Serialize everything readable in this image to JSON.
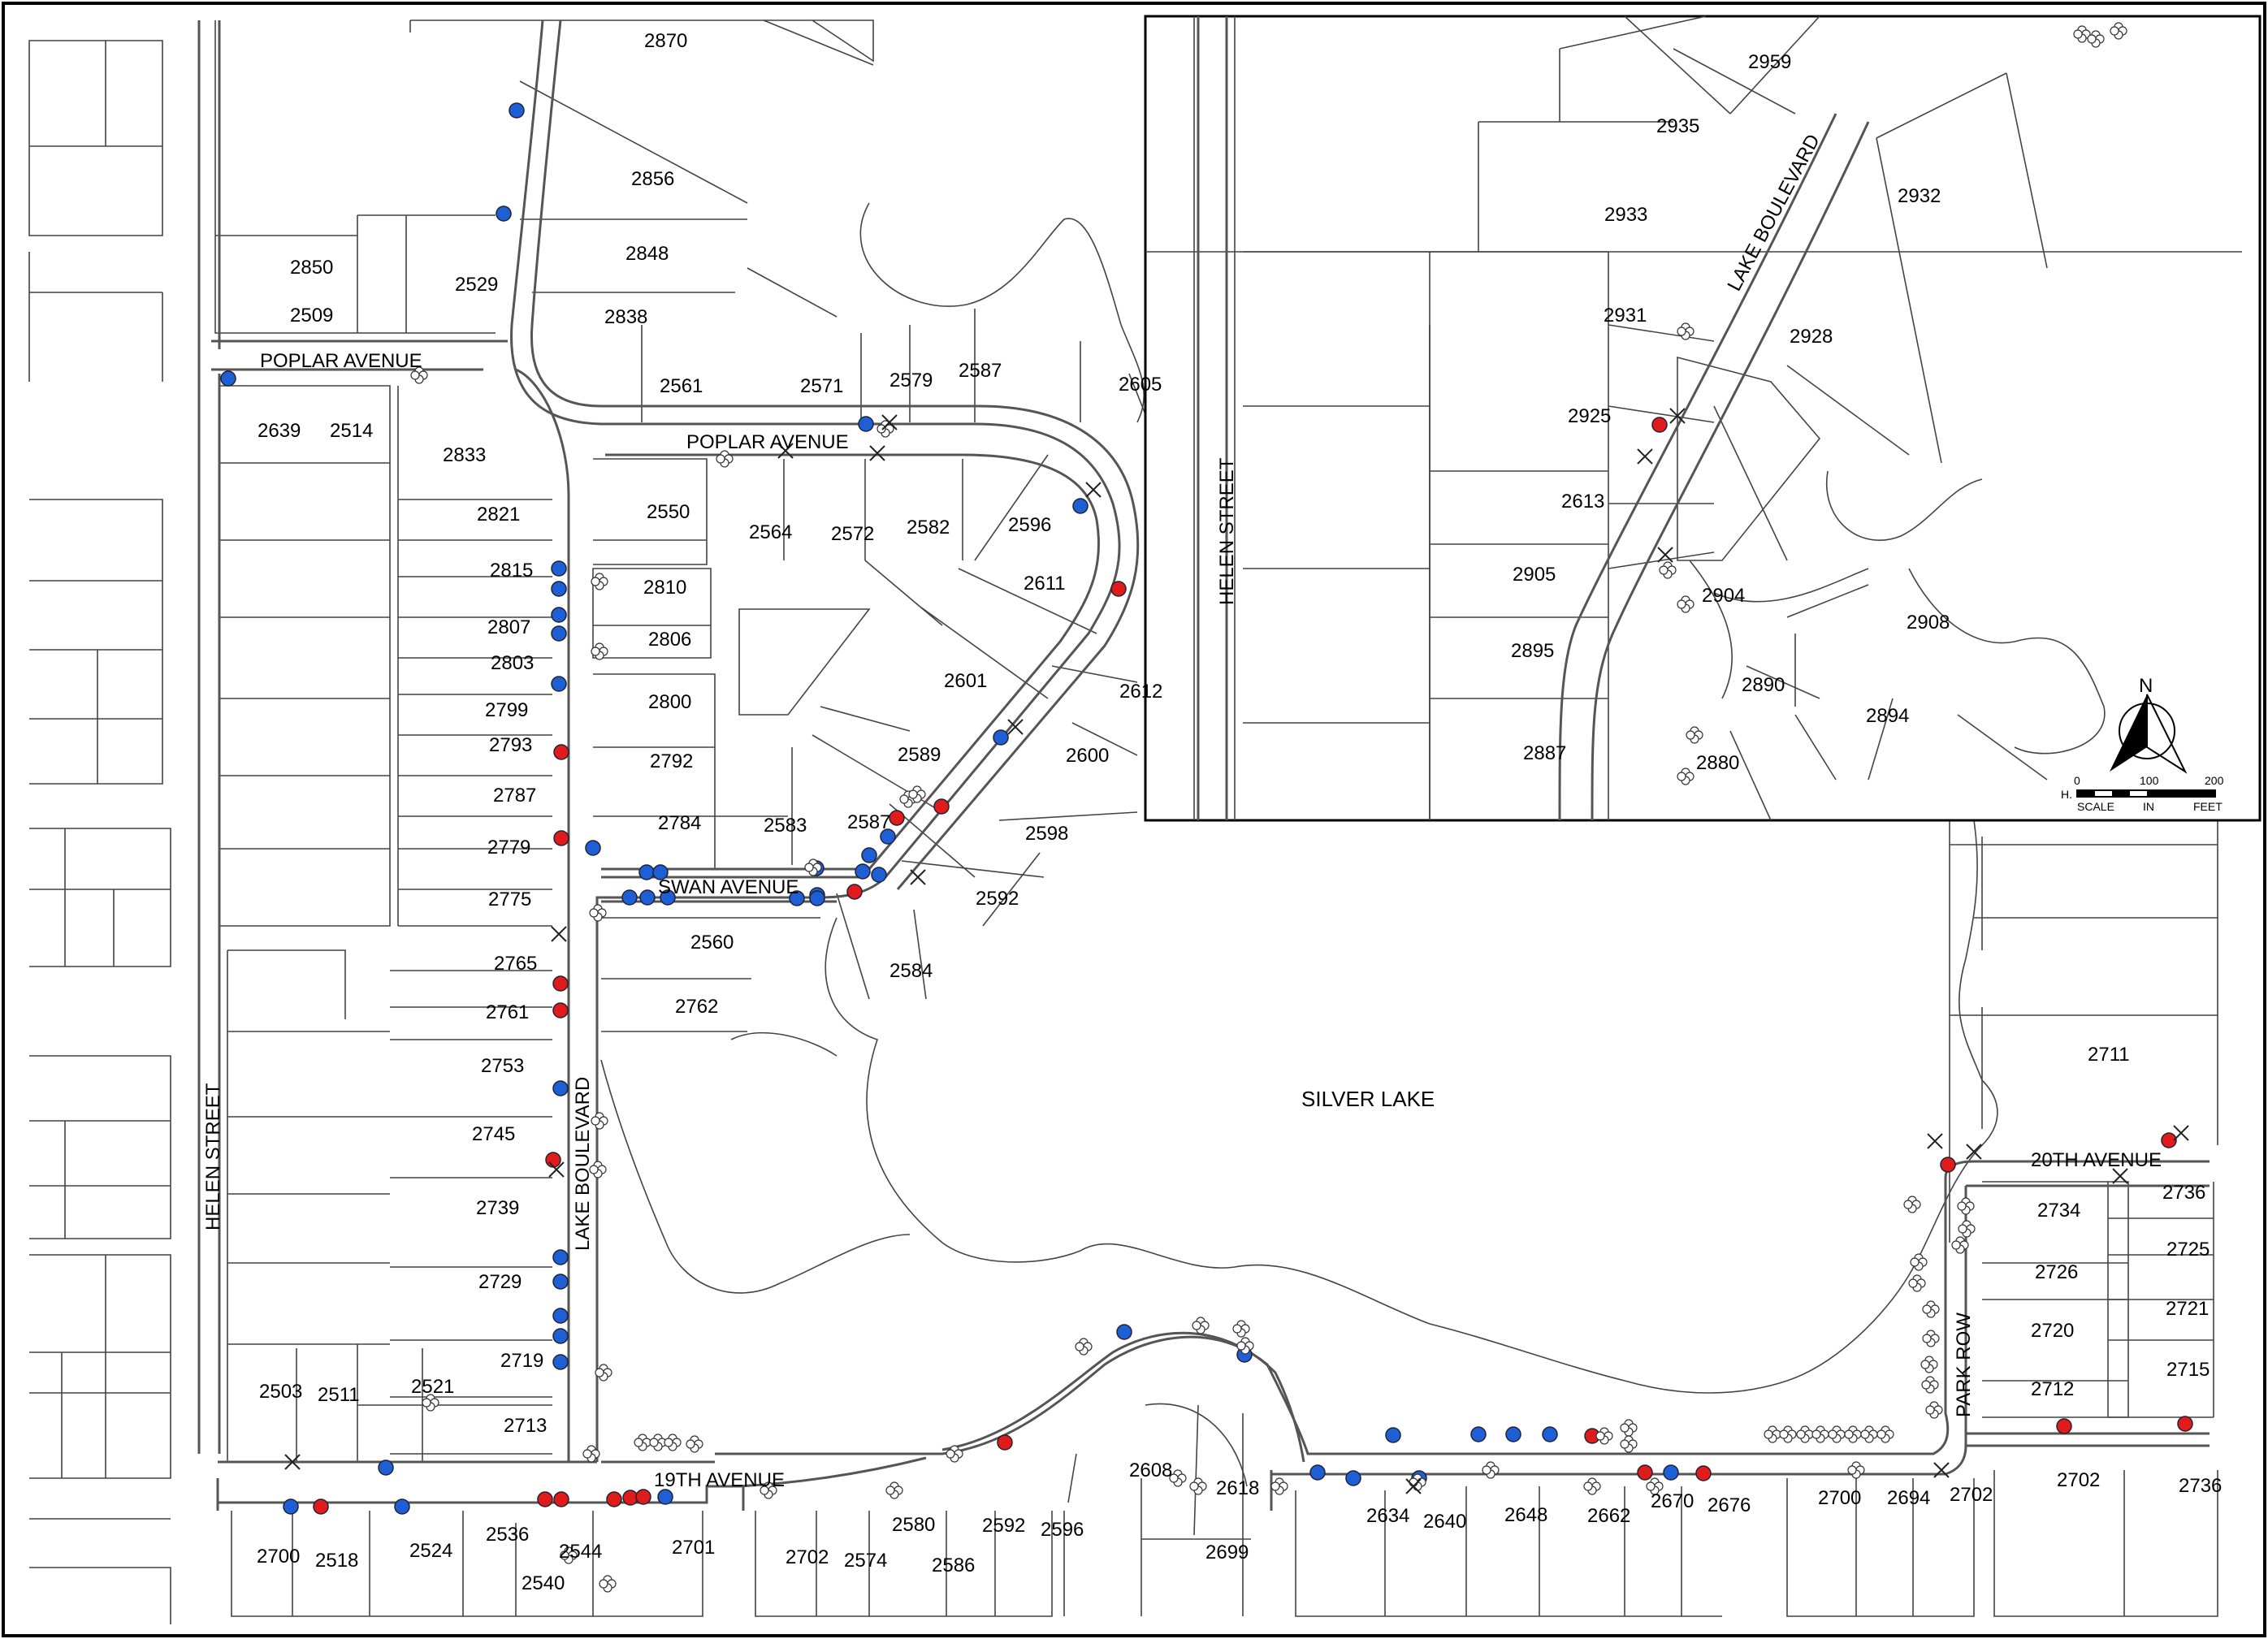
{
  "streets": {
    "poplar_ave_west": "POPLAR AVENUE",
    "poplar_ave_east": "POPLAR AVENUE",
    "swan_ave": "SWAN AVENUE",
    "lake_blvd_main": "LAKE BOULEVARD",
    "helen_st_main": "HELEN STREET",
    "nineteenth_ave": "19TH AVENUE",
    "twentieth_ave": "20TH AVENUE",
    "park_row": "PARK ROW",
    "helen_st_inset": "HELEN STREET",
    "lake_blvd_inset": "LAKE BOULEVARD"
  },
  "lake_label": "SILVER LAKE",
  "lots": {
    "main": [
      "2870",
      "2856",
      "2850",
      "2509",
      "2529",
      "2848",
      "2838",
      "2561",
      "2571",
      "2579",
      "2587",
      "2605",
      "2639",
      "2514",
      "2833",
      "2550",
      "2564",
      "2572",
      "2582",
      "2596",
      "2821",
      "2815",
      "2810",
      "2807",
      "2806",
      "2803",
      "2611",
      "2799",
      "2800",
      "2601",
      "2612",
      "2793",
      "2792",
      "2589",
      "2600",
      "2787",
      "2784",
      "2583",
      "2587",
      "2598",
      "2779",
      "2775",
      "2592",
      "2560",
      "2584",
      "2765",
      "2761",
      "2762",
      "2753",
      "2745",
      "2739",
      "2729",
      "2719",
      "2503",
      "2511",
      "2521",
      "2713",
      "2711",
      "2734",
      "2736",
      "2725",
      "2726",
      "2720",
      "2721",
      "2715",
      "2712",
      "2608",
      "2618",
      "2699",
      "2700",
      "2518",
      "2524",
      "2536",
      "2544",
      "2540",
      "2701",
      "2702",
      "2574",
      "2580",
      "2586",
      "2592",
      "2596",
      "2634",
      "2640",
      "2648",
      "2662",
      "2670",
      "2676",
      "2700",
      "2694",
      "2702",
      "2702",
      "2736"
    ],
    "inset": [
      "2959",
      "2935",
      "2932",
      "2933",
      "2931",
      "2928",
      "2925",
      "2613",
      "2905",
      "2904",
      "2908",
      "2895",
      "2890",
      "2894",
      "2887",
      "2880"
    ]
  },
  "compass": {
    "north": "N",
    "scale_ticks": [
      "0",
      "100",
      "200"
    ],
    "scale_words": [
      "H.",
      "SCALE",
      "IN",
      "FEET"
    ]
  },
  "colors": {
    "tree_blue": "#1f5fd6",
    "tree_red": "#e01b1b",
    "line": "#555555"
  }
}
